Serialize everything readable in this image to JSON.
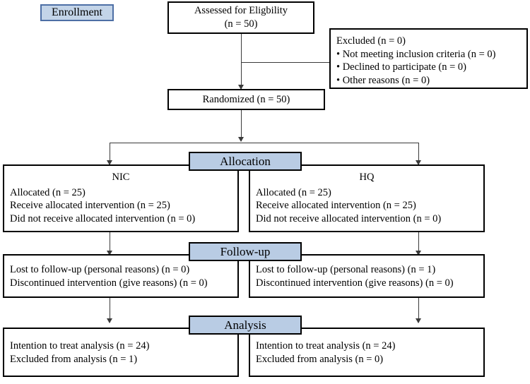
{
  "diagram": {
    "type": "consort-flow-diagram",
    "colors": {
      "banner_fill": "#b9cce4",
      "banner_border": "#000000",
      "tag_fill": "#c3d4e8",
      "tag_border": "#4d6fa5",
      "box_border": "#000000",
      "connector": "#3a3a3a",
      "background": "#ffffff"
    },
    "phase_tag": {
      "label": "Enrollment"
    },
    "banners": {
      "allocation": "Allocation",
      "followup": "Follow-up",
      "analysis": "Analysis"
    },
    "nodes": {
      "assessed": {
        "line1": "Assessed for Eligbility",
        "line2": "(n = 50)"
      },
      "excluded": {
        "heading": "Excluded (n = 0)",
        "items": [
          "• Not meeting inclusion criteria (n = 0)",
          "• Declined to participate (n = 0)",
          "• Other reasons (n = 0)"
        ]
      },
      "randomized": {
        "label": "Randomized (n = 50)"
      },
      "allocation_left": {
        "group": "NIC",
        "lines": [
          "Allocated (n = 25)",
          "Receive allocated intervention (n = 25)",
          "Did not receive allocated intervention (n = 0)"
        ]
      },
      "allocation_right": {
        "group": "HQ",
        "lines": [
          "Allocated (n = 25)",
          "Receive allocated intervention (n = 25)",
          "Did not receive allocated intervention (n = 0)"
        ]
      },
      "followup_left": {
        "lines": [
          "Lost to follow-up (personal reasons) (n = 0)",
          "Discontinued intervention (give reasons) (n = 0)"
        ]
      },
      "followup_right": {
        "lines": [
          "Lost to follow-up (personal reasons) (n = 1)",
          "Discontinued intervention (give reasons) (n = 0)"
        ]
      },
      "analysis_left": {
        "lines": [
          "Intention to treat analysis (n = 24)",
          "Excluded from analysis (n = 1)"
        ]
      },
      "analysis_right": {
        "lines": [
          "Intention to treat analysis (n = 24)",
          "Excluded from analysis (n = 0)"
        ]
      }
    }
  }
}
